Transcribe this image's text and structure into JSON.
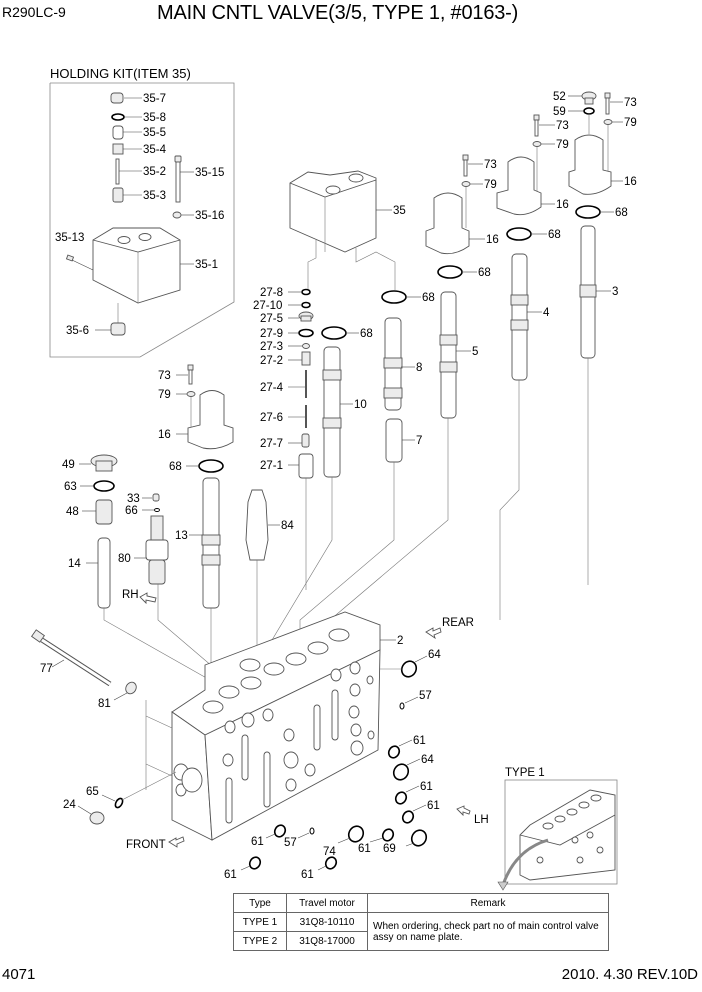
{
  "header": {
    "model": "R290LC-9",
    "title": "MAIN CNTL VALVE(3/5, TYPE 1, #0163-)"
  },
  "holding_kit": {
    "title": "HOLDING KIT(ITEM 35)",
    "callouts": [
      "35-7",
      "35-8",
      "35-5",
      "35-4",
      "35-2",
      "35-15",
      "35-3",
      "35-16",
      "35-13",
      "35-1",
      "35-6"
    ]
  },
  "callouts": {
    "c35": "35",
    "c52": "52",
    "c59": "59",
    "c73a": "73",
    "c79a": "79",
    "c16a": "16",
    "c73b": "73",
    "c79b": "79",
    "c16b": "16",
    "c73c": "73",
    "c79c": "79",
    "c16c": "16",
    "c68a": "68",
    "c68b": "68",
    "c68c": "68",
    "c68d": "68",
    "c68e": "68",
    "c68f": "68",
    "c3": "3",
    "c4": "4",
    "c5": "5",
    "c8": "8",
    "c7": "7",
    "c10": "10",
    "c27_8": "27-8",
    "c27_10": "27-10",
    "c27_5": "27-5",
    "c27_9": "27-9",
    "c27_3": "27-3",
    "c27_2": "27-2",
    "c27_4": "27-4",
    "c27_6": "27-6",
    "c27_7": "27-7",
    "c27_1": "27-1",
    "c73d": "73",
    "c79d": "79",
    "c16d": "16",
    "c49": "49",
    "c63": "63",
    "c48": "48",
    "c33": "33",
    "c66": "66",
    "c14": "14",
    "c80": "80",
    "c13": "13",
    "c84": "84",
    "c2": "2",
    "c64a": "64",
    "c57a": "57",
    "c61a": "61",
    "c64b": "64",
    "c61b": "61",
    "c61c": "61",
    "c77": "77",
    "c81": "81",
    "c65": "65",
    "c24": "24",
    "c61d": "61",
    "c57b": "57",
    "c74": "74",
    "c61e": "61",
    "c69": "69",
    "c61f": "61",
    "c61g": "61"
  },
  "directions": {
    "rh": "RH",
    "rear": "REAR",
    "lh": "LH",
    "front": "FRONT"
  },
  "inset": {
    "title": "TYPE 1"
  },
  "table": {
    "headers": [
      "Type",
      "Travel motor",
      "Remark"
    ],
    "rows": [
      {
        "type": "TYPE 1",
        "motor": "31Q8-10110"
      },
      {
        "type": "TYPE 2",
        "motor": "31Q8-17000"
      }
    ],
    "remark": "When ordering, check part no of main control valve assy on name plate."
  },
  "footer": {
    "page": "4071",
    "revision": "2010. 4.30  REV.10D"
  }
}
